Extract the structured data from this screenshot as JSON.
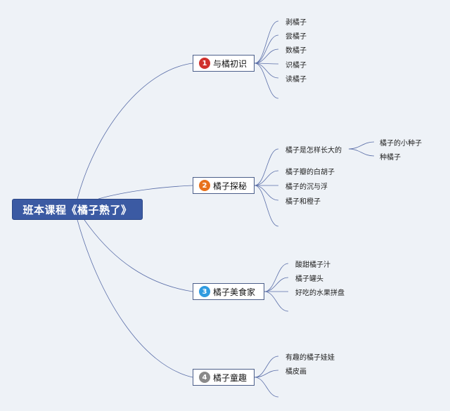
{
  "root": {
    "title": "班本课程《橘子熟了》"
  },
  "branches": [
    {
      "number": "1",
      "label": "与橘初识",
      "badge_color": "#d0312d",
      "leaves": [
        "剥橘子",
        "尝橘子",
        "数橘子",
        "识橘子",
        "读橘子"
      ]
    },
    {
      "number": "2",
      "label": "橘子探秘",
      "badge_color": "#e8711c",
      "leaves": [
        "橘子是怎样长大的",
        "橘子瓣的白胡子",
        "橘子的沉与浮",
        "橘子和橙子"
      ],
      "subleaves": [
        "橘子的小种子",
        "种橘子"
      ]
    },
    {
      "number": "3",
      "label": "橘子美食家",
      "badge_color": "#2f9be0",
      "leaves": [
        "酸甜橘子汁",
        "橘子罐头",
        "好吃的水果拼盘"
      ]
    },
    {
      "number": "4",
      "label": "橘子童趣",
      "badge_color": "#8a8a8a",
      "leaves": [
        "有趣的橘子娃娃",
        "橘皮画"
      ]
    }
  ],
  "colors": {
    "line": "#5a6ea8",
    "root_bg": "#3b5aa3"
  }
}
